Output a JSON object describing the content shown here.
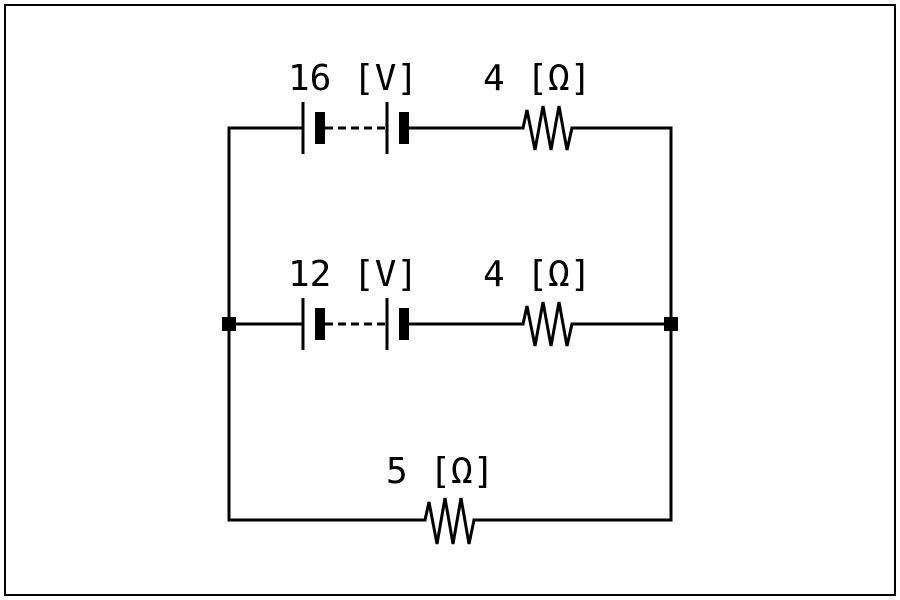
{
  "branches": {
    "top": {
      "battery_label": "16 [V]",
      "resistor_label": "4 [Ω]"
    },
    "middle": {
      "battery_label": "12 [V]",
      "resistor_label": "4 [Ω]"
    },
    "bottom": {
      "resistor_label": "5 [Ω]"
    }
  },
  "colors": {
    "line": "#000000",
    "background": "#ffffff"
  }
}
